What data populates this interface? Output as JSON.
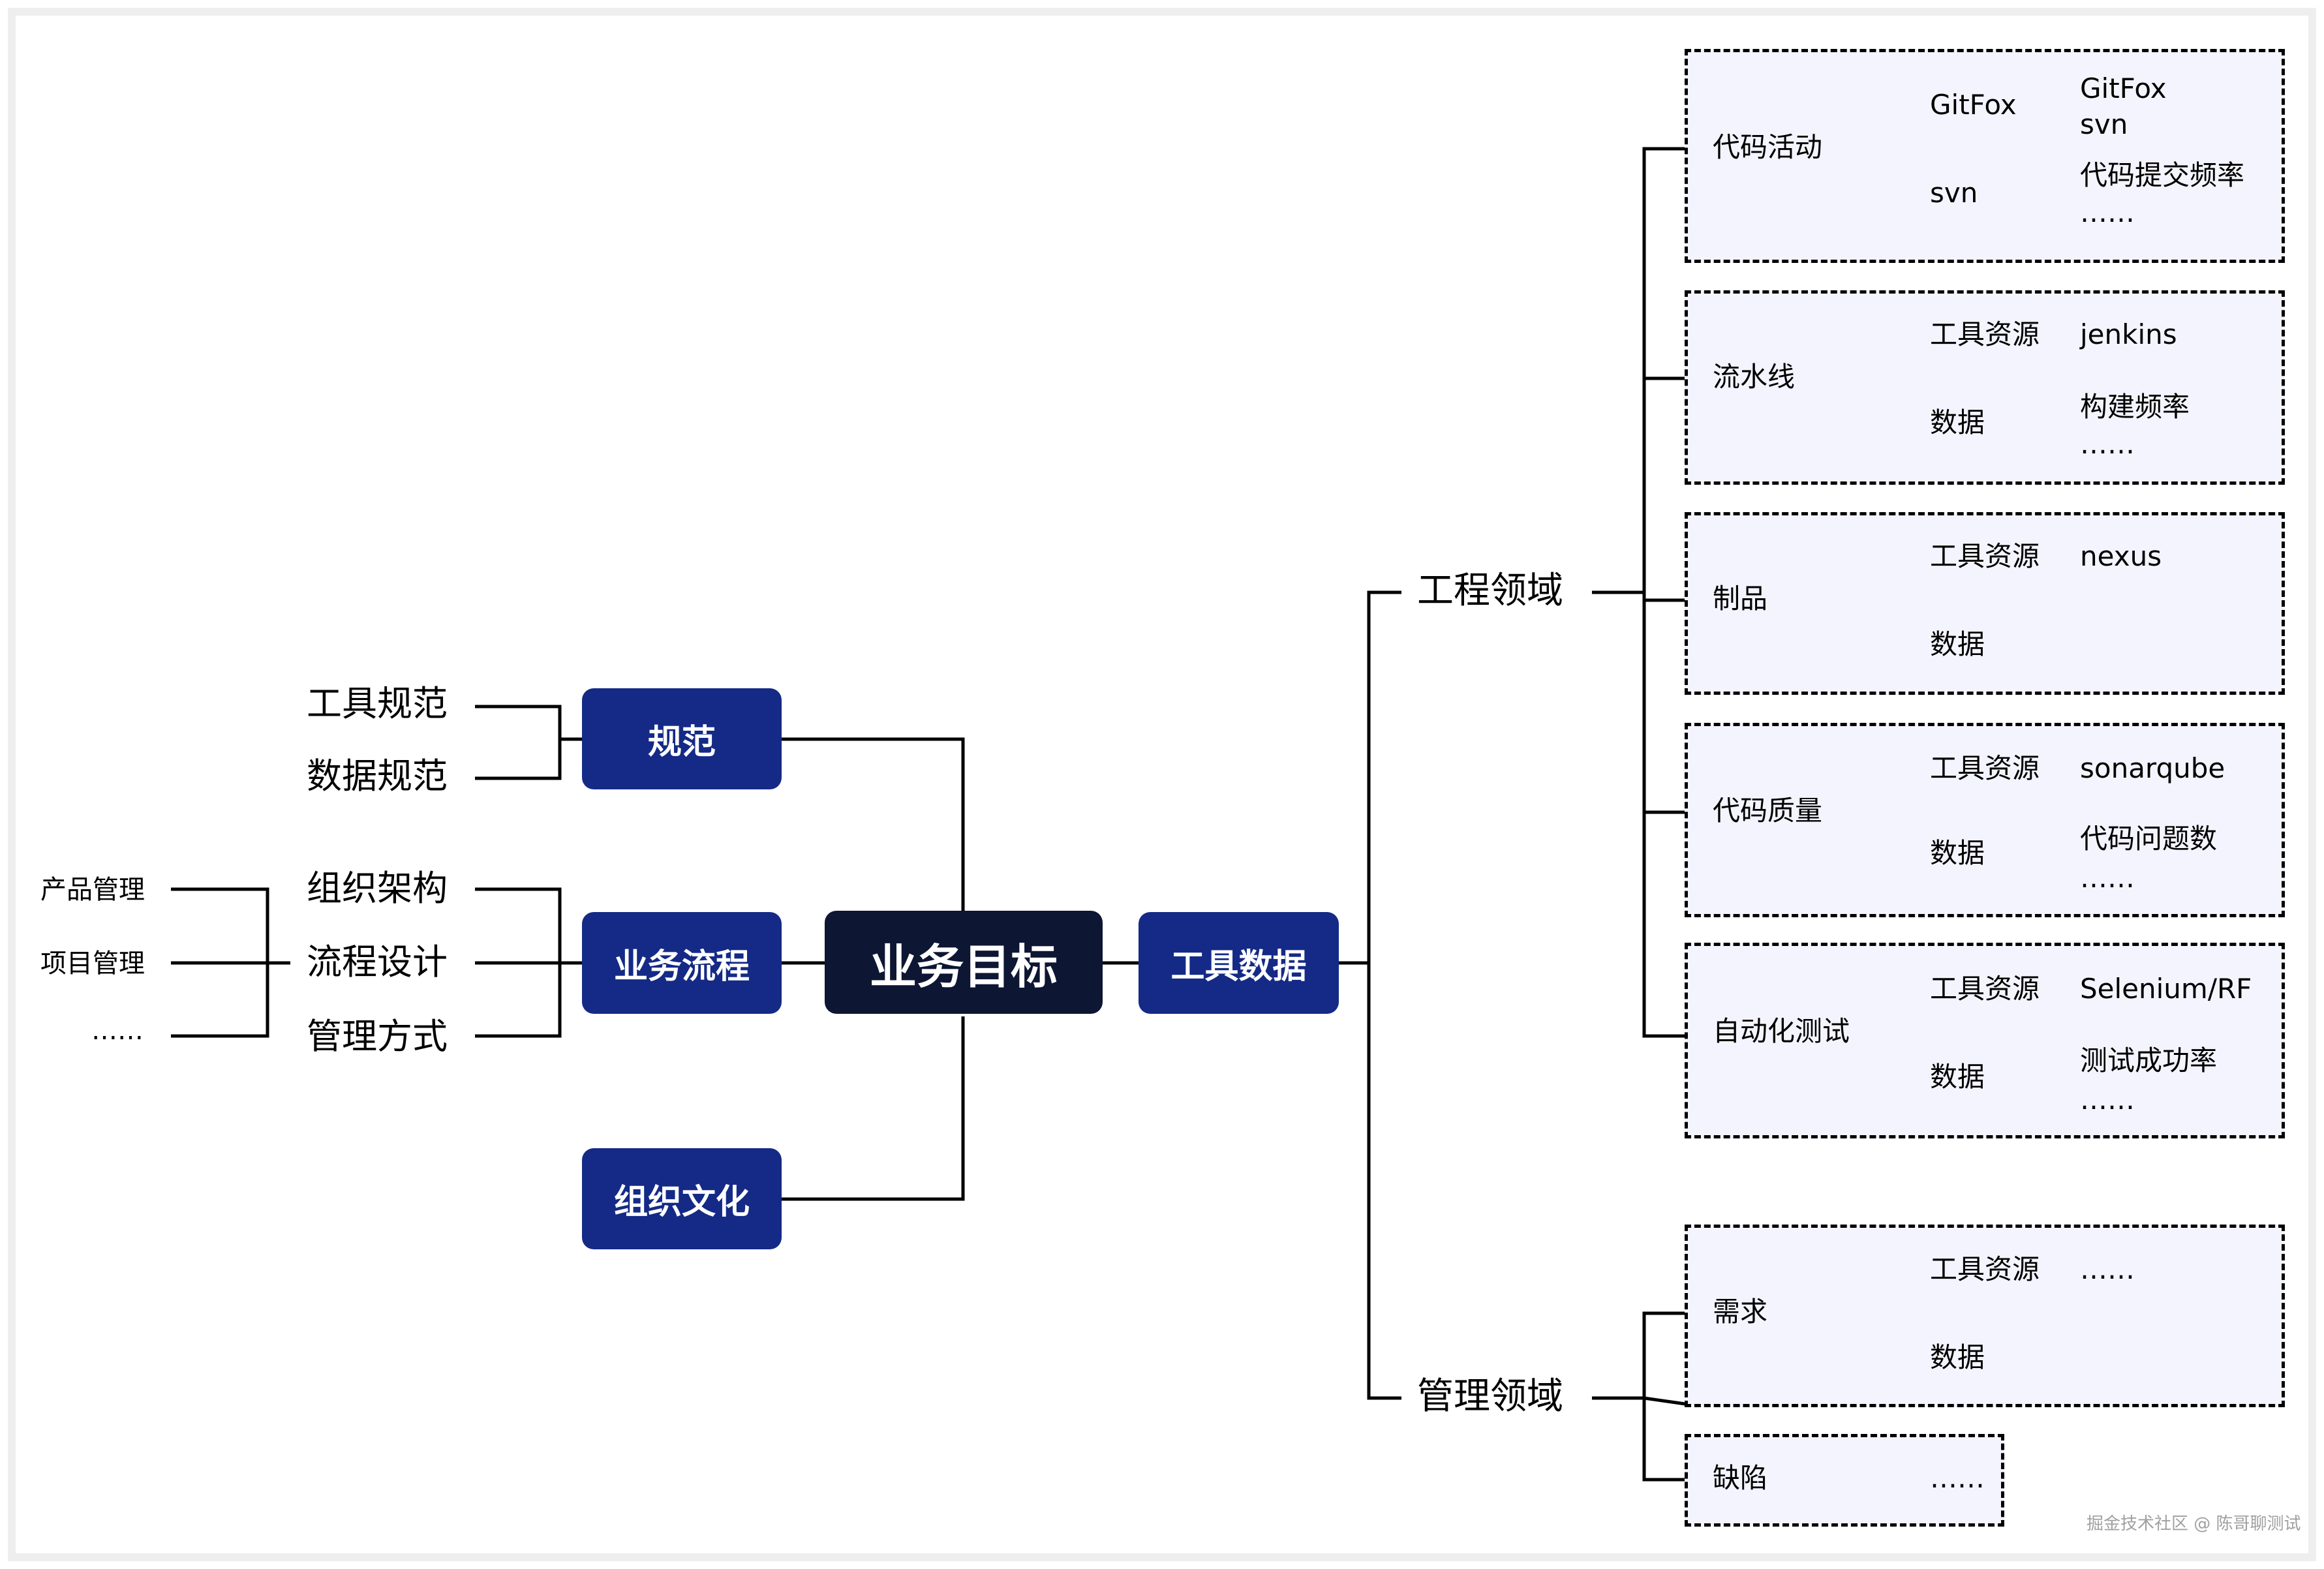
{
  "center": "业务目标",
  "left": {
    "norm": {
      "label": "规范",
      "items": [
        "工具规范",
        "数据规范"
      ]
    },
    "process": {
      "label": "业务流程",
      "items": [
        "组织架构",
        "流程设计",
        "管理方式"
      ],
      "sub": [
        "产品管理",
        "项目管理",
        "……"
      ]
    },
    "culture": {
      "label": "组织文化"
    }
  },
  "right": {
    "tooldata": "工具数据",
    "engineering": {
      "label": "工程领域",
      "code": {
        "label": "代码活动",
        "gitfox": "GitFox",
        "svn": "svn",
        "gitfox_children": [
          "GitFox",
          "svn"
        ],
        "svn_children": [
          "代码提交频率",
          "……"
        ]
      },
      "pipeline": {
        "label": "流水线",
        "tool": "工具资源",
        "tool_value": "jenkins",
        "data": "数据",
        "data_children": [
          "构建频率",
          "……"
        ]
      },
      "artifact": {
        "label": "制品",
        "tool": "工具资源",
        "tool_value": "nexus",
        "data": "数据"
      },
      "quality": {
        "label": "代码质量",
        "tool": "工具资源",
        "tool_value": "sonarqube",
        "data": "数据",
        "data_children": [
          "代码问题数",
          "……"
        ]
      },
      "autotest": {
        "label": "自动化测试",
        "tool": "工具资源",
        "tool_value": "Selenium/RF",
        "data": "数据",
        "data_children": [
          "测试成功率",
          "……"
        ]
      }
    },
    "management": {
      "label": "管理领域",
      "requirement": {
        "label": "需求",
        "tool": "工具资源",
        "tool_value": "……",
        "data": "数据"
      },
      "defect": {
        "label": "缺陷",
        "value": "……"
      }
    }
  },
  "watermark": "掘金技术社区 @ 陈哥聊测试",
  "colors": {
    "node_blue": "#142a86",
    "node_dark": "#0d1633",
    "box_fill": "#f4f4fe",
    "border": "#eeeeee"
  }
}
